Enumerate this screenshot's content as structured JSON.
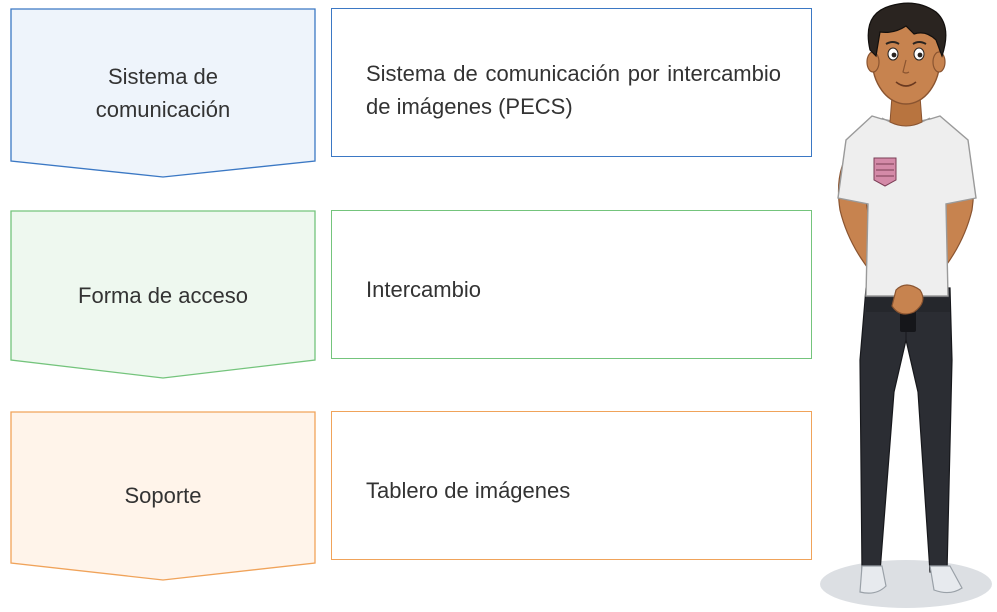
{
  "rows": [
    {
      "label": "Sistema de\ncomunicación",
      "value": "Sistema de comunicación por intercambio de imágenes (PECS)",
      "border_color": "#3b78c4",
      "fill_color": "#eef4fb"
    },
    {
      "label": "Forma de acceso",
      "value": "Intercambio",
      "border_color": "#74c47c",
      "fill_color": "#eef8ef"
    },
    {
      "label": "Soporte",
      "value": "Tablero de imágenes",
      "border_color": "#f0a35a",
      "fill_color": "#fff4ea"
    }
  ],
  "illustration": "young-man-standing-icon"
}
